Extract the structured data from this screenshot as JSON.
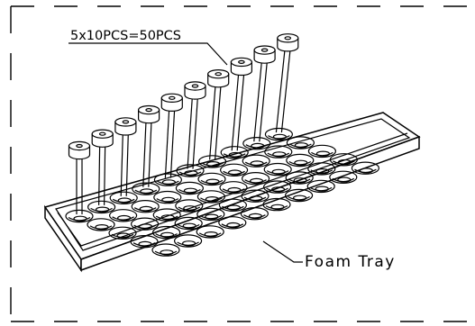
{
  "diagram": {
    "quantity_label": "5x10PCS=50PCS",
    "tray_label": "Foam Tray",
    "tray_rows": 5,
    "tray_columns": 10,
    "components_shown": 10
  }
}
